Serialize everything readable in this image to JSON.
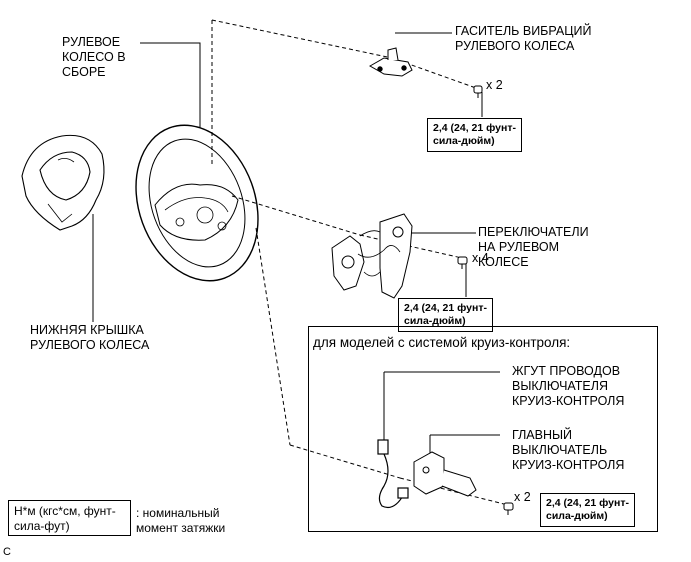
{
  "labels": {
    "steering_wheel": "РУЛЕВОЕ\nКОЛЕСО В\nСБОРЕ",
    "vibration_damper": "ГАСИТЕЛЬ ВИБРАЦИЙ\nРУЛЕВОГО КОЛЕСА",
    "lower_cover": "НИЖНЯЯ КРЫШКА\nРУЛЕВОГО КОЛЕСА",
    "switches": "ПЕРЕКЛЮЧАТЕЛИ\nНА РУЛЕВОМ\nКОЛЕСЕ",
    "wire_harness": "ЖГУТ ПРОВОДОВ\nВЫКЛЮЧАТЕЛЯ\nКРУИЗ-КОНТРОЛЯ",
    "main_switch": "ГЛАВНЫЙ\nВЫКЛЮЧАТЕЛЬ\nКРУИЗ-КОНТРОЛЯ"
  },
  "quantities": {
    "damper_screws": "x 2",
    "switch_screws": "x 4",
    "cruise_screws": "x 2"
  },
  "torque": {
    "damper": "2,4 (24, 21 фунт-\nсила-дюйм)",
    "switches": "2,4 (24, 21 фунт-\nсила-дюйм)",
    "cruise": "2,4 (24, 21 фунт-\nсила-дюйм)"
  },
  "cruise_section_title": "для моделей с системой круиз-контроля:",
  "legend": {
    "unit": "Н*м (кгс*см, фунт-\nсила-фут)",
    "description": ": номинальный\nмомент затяжки"
  },
  "corner_mark": "C"
}
